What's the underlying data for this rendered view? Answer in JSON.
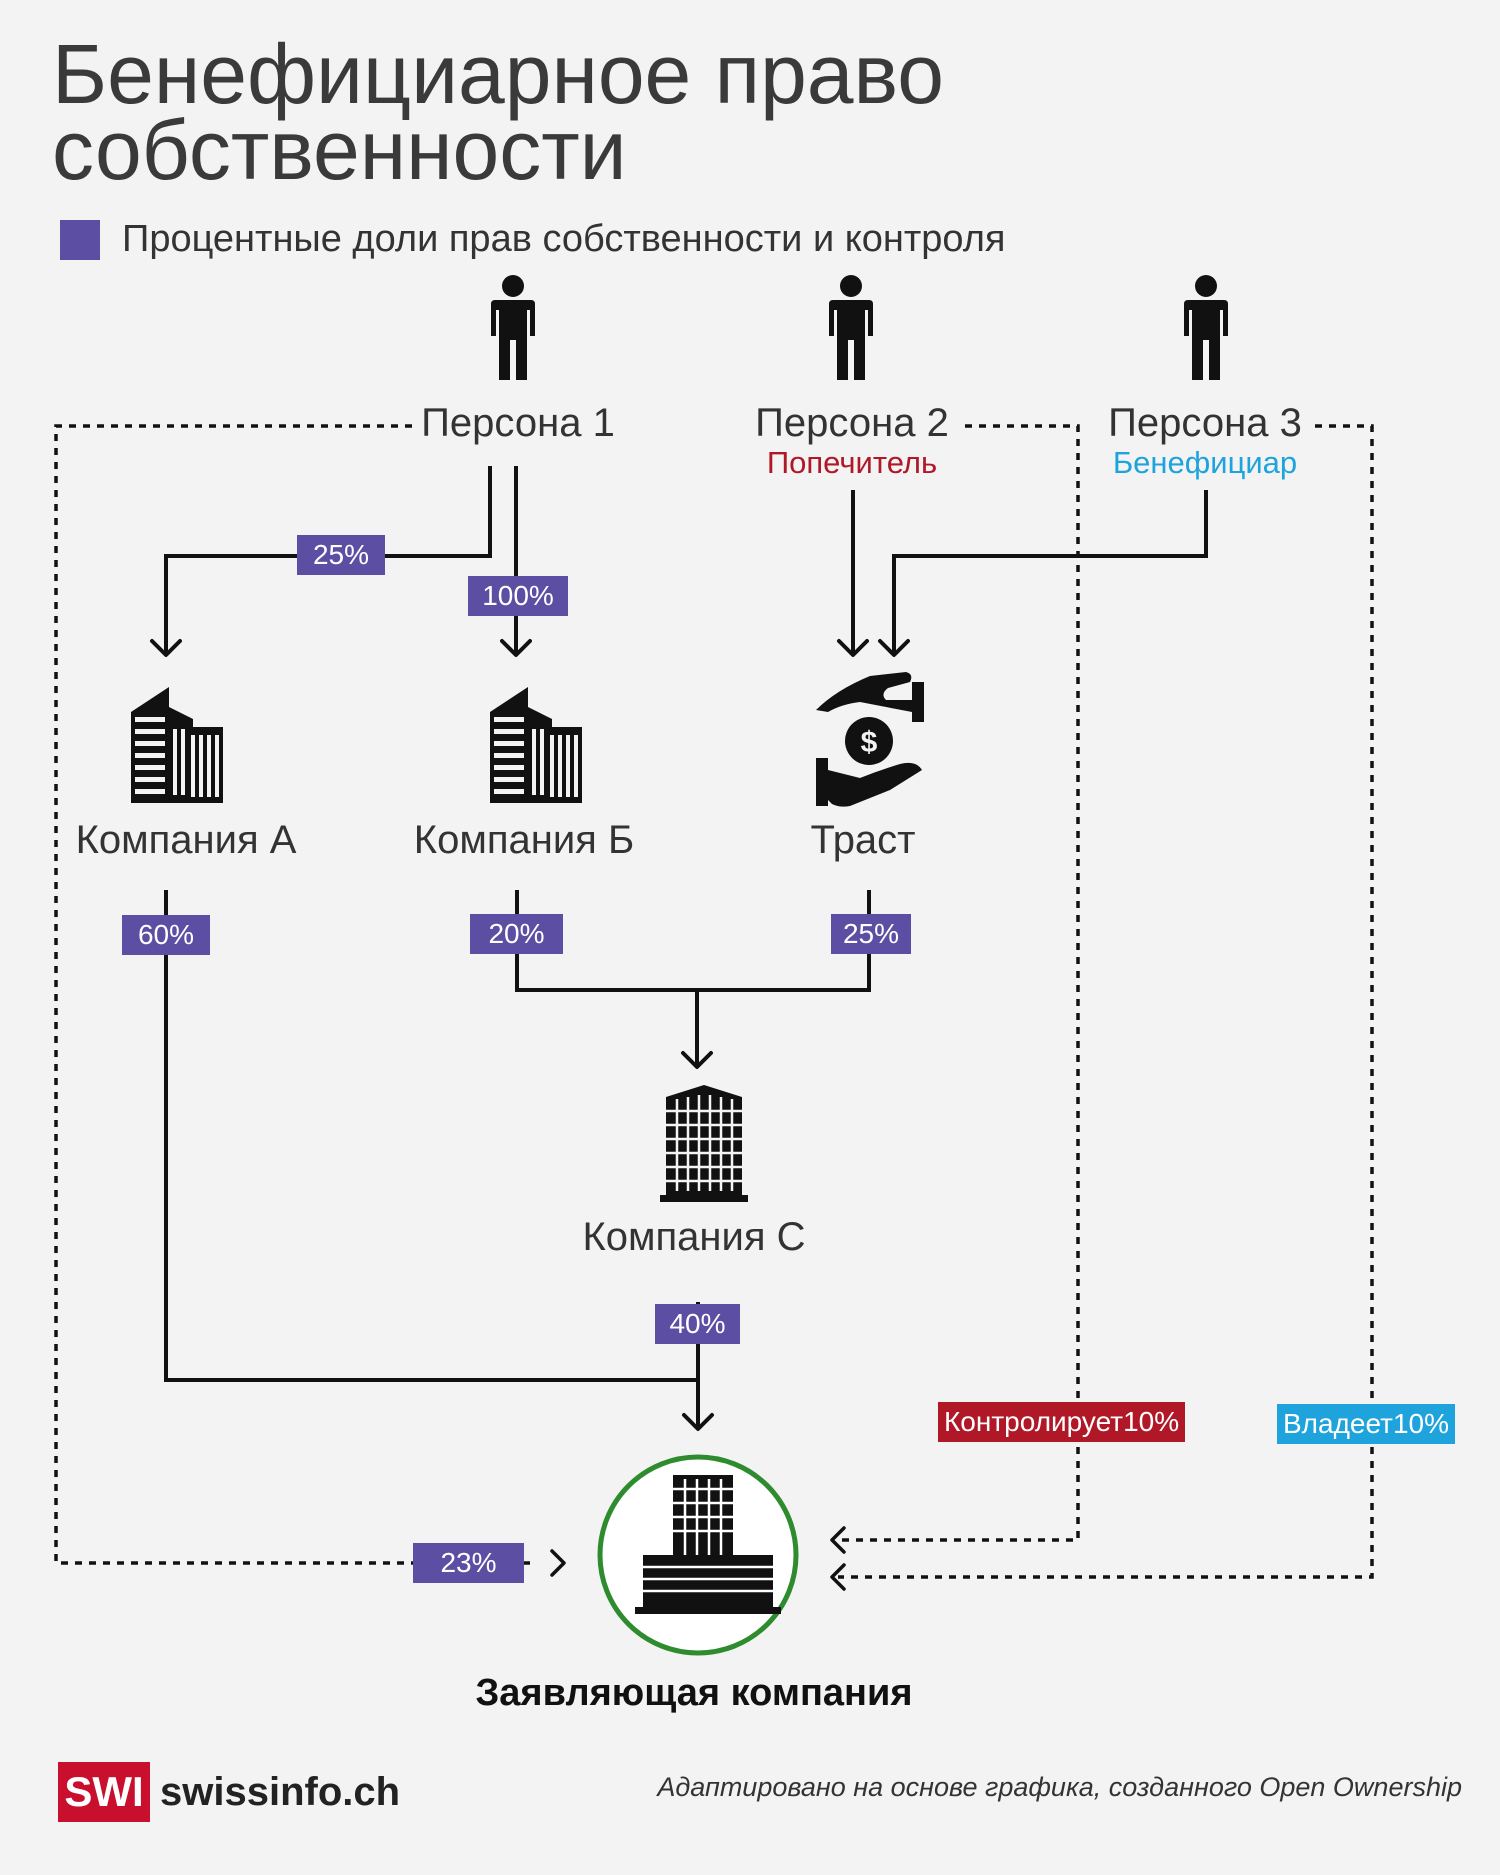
{
  "title": {
    "line1": "Бенефициарное право",
    "line2": "собственности"
  },
  "legend": {
    "label": "Процентные доли прав собственности и контроля",
    "color": "#5b4ea3"
  },
  "persons": [
    {
      "name": "Персона 1",
      "role": ""
    },
    {
      "name": "Персона 2",
      "role": "Попечитель",
      "role_color": "#b01827"
    },
    {
      "name": "Персона 3",
      "role": "Бенефициар",
      "role_color": "#1ea3dc"
    }
  ],
  "entities": {
    "company_a": "Компания А",
    "company_b": "Компания Б",
    "trust": "Траст",
    "company_c": "Компания С",
    "target": "Заявляющая компания"
  },
  "shares": {
    "p1_to_a": "25%",
    "p1_to_b": "100%",
    "a_to_target": "60%",
    "b_to_c": "20%",
    "trust_to_c": "25%",
    "c_to_target": "40%",
    "p1_to_target": "23%",
    "p2_controls": "Контролирует10%",
    "p3_owns": "Владеет10%"
  },
  "icons": {
    "person": "person-icon",
    "company": "office-building-icon",
    "trust": "hands-dollar-icon"
  },
  "footer": {
    "logo_text": "SWI",
    "site": "swissinfo.ch",
    "credit": "Адаптировано на основе графика, созданного Open Ownership"
  }
}
